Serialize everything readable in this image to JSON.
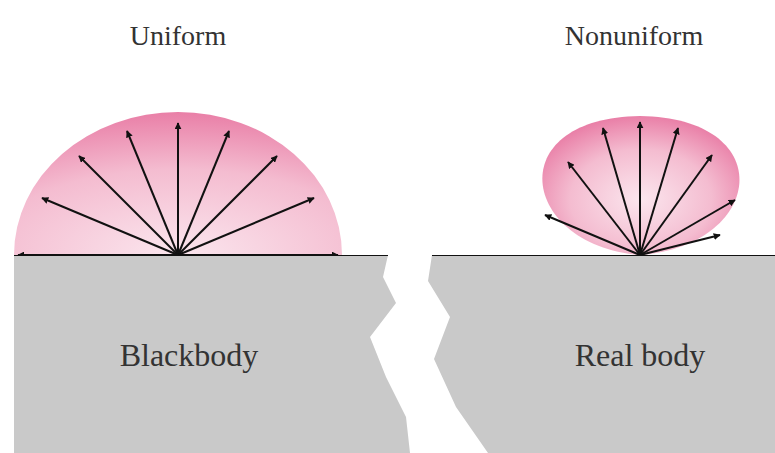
{
  "diagram": {
    "nodes": [
      {
        "text": [
          "Blackbody"
        ]
      },
      {
        "text": [
          "Real body"
        ]
      }
    ],
    "labels": [
      "Uniform",
      "Nonuniform"
    ]
  }
}
